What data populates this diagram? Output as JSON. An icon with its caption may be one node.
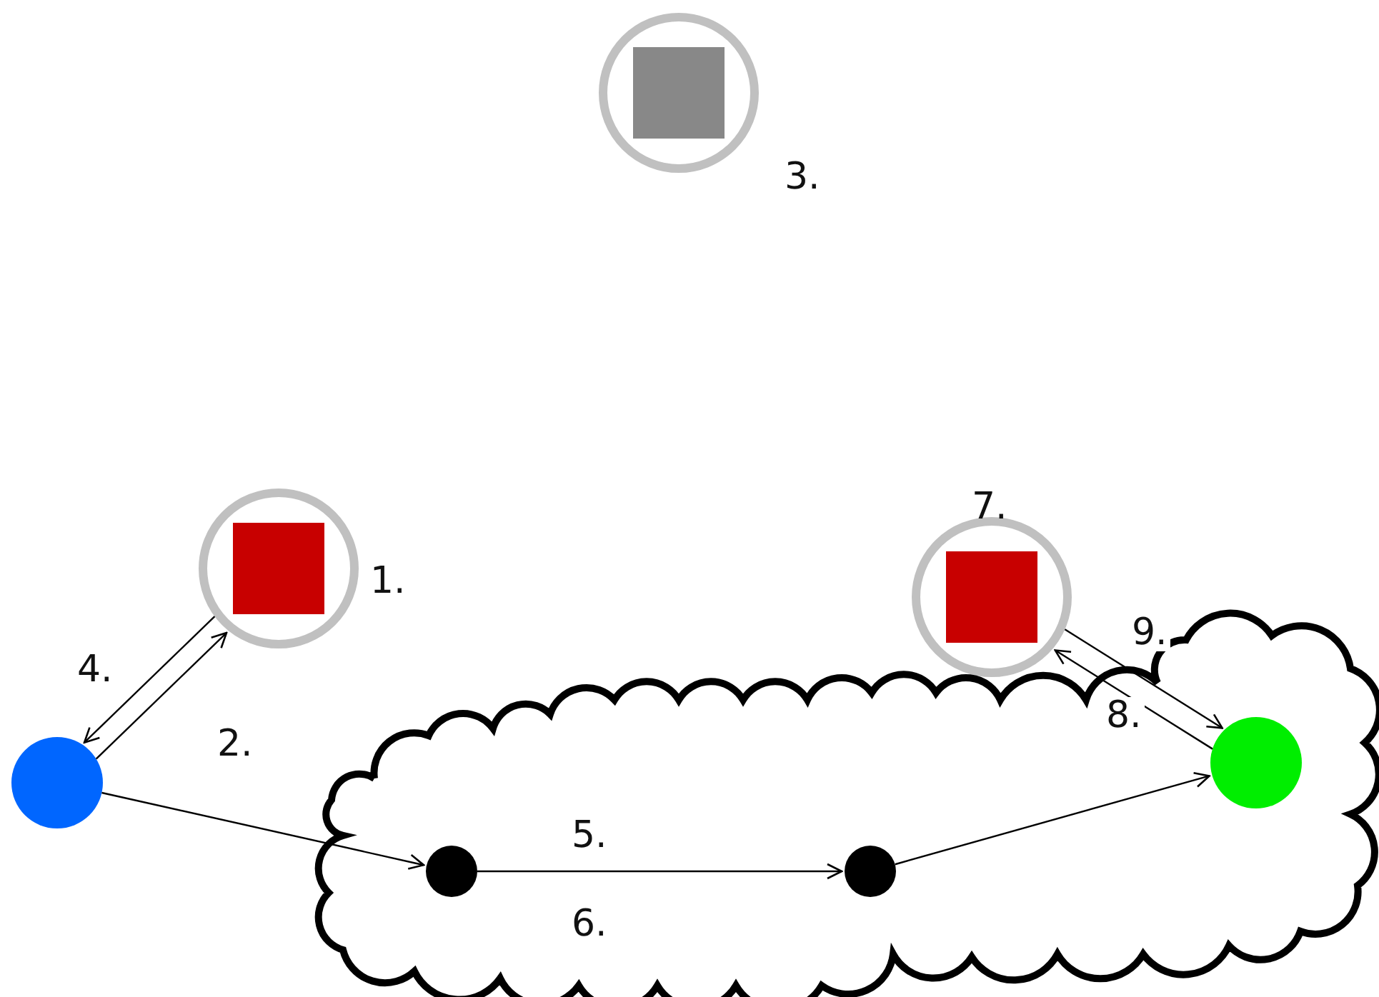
{
  "diagram": {
    "nodes": [
      {
        "text": [],
        "shape": "circle",
        "beside": [
          "3."
        ]
      },
      {
        "text": [],
        "shape": "circle",
        "beside": [
          "1."
        ]
      },
      {
        "text": [],
        "shape": "circle",
        "beside": [
          "7."
        ]
      },
      {
        "text": [],
        "shape": "circle"
      },
      {
        "text": [],
        "shape": "cloud"
      },
      {
        "text": [],
        "shape": "circle",
        "in": 4
      },
      {
        "text": [],
        "shape": "circle",
        "in": 4
      },
      {
        "text": [],
        "shape": "circle",
        "in": 4
      }
    ],
    "edges": [
      {
        "from": 1,
        "to": 3,
        "arrow": "to",
        "label": "4."
      },
      {
        "from": 3,
        "to": 1,
        "arrow": "to"
      },
      {
        "from": 3,
        "to": 5,
        "arrow": "to",
        "label": "2."
      },
      {
        "from": 5,
        "to": 6,
        "arrow": "to",
        "label": "5."
      },
      {
        "from": 6,
        "to": 7,
        "arrow": "to"
      },
      {
        "from": 2,
        "to": 7,
        "arrow": "to",
        "label": "9."
      },
      {
        "from": 7,
        "to": 2,
        "arrow": "to",
        "label": "8."
      }
    ],
    "labels": [
      "6."
    ]
  }
}
